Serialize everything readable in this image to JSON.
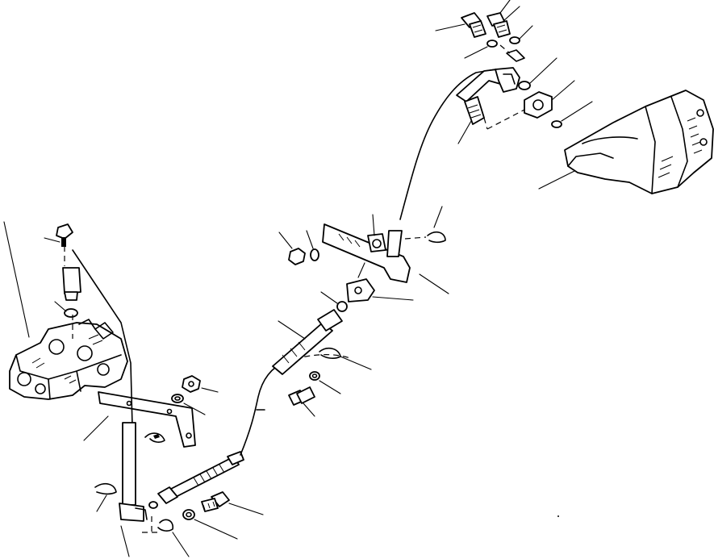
{
  "figure": {
    "labels": []
  },
  "colors": {
    "line": "#000000",
    "background": "#ffffff"
  },
  "components": [
    {
      "id": "control-valve",
      "icon": "valve-body"
    },
    {
      "id": "transmission-case",
      "icon": "housing"
    },
    {
      "id": "flexible-cable",
      "icon": "cable"
    },
    {
      "id": "lower-bracket",
      "icon": "bracket"
    },
    {
      "id": "upper-bracket",
      "icon": "bracket"
    },
    {
      "id": "control-rod",
      "icon": "rod"
    },
    {
      "id": "swivel-elbow",
      "icon": "elbow-fitting"
    }
  ]
}
